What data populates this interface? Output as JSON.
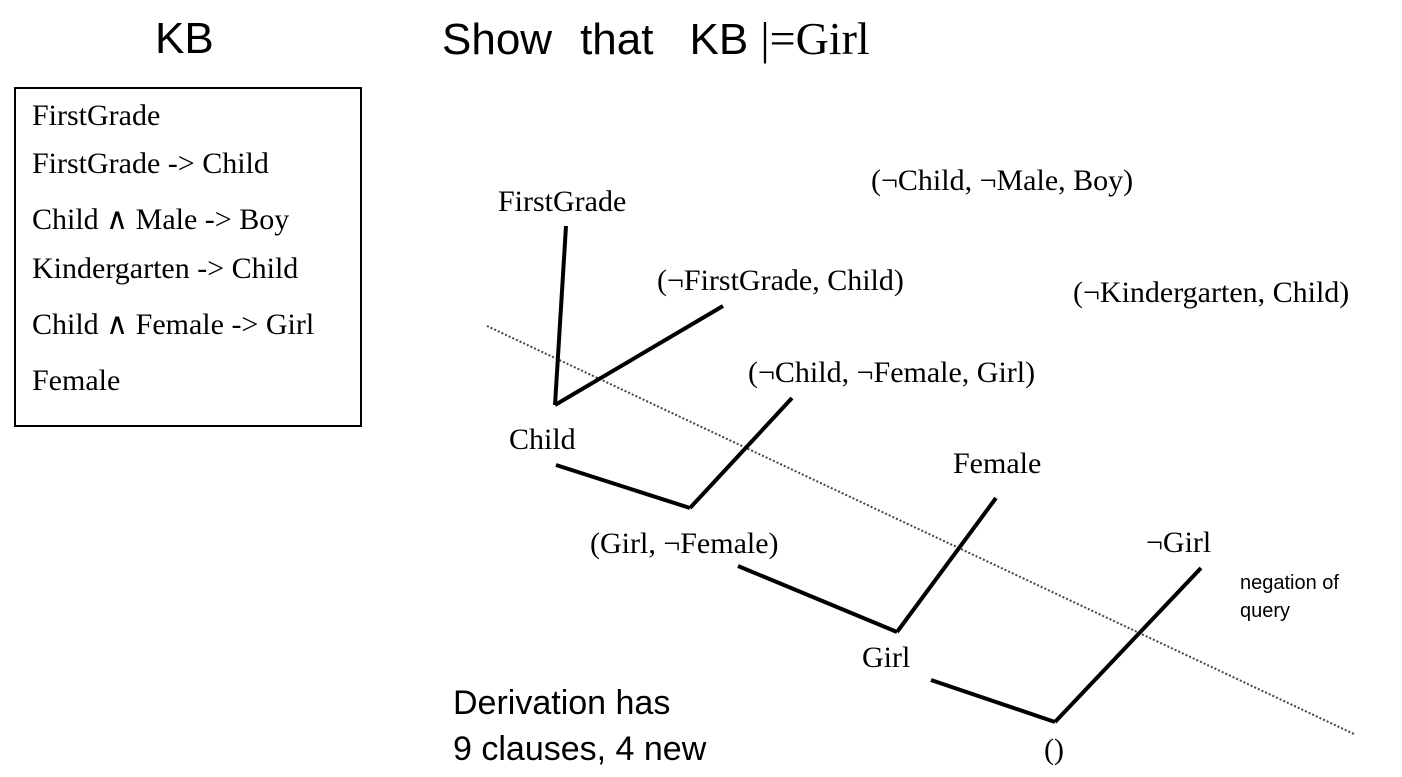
{
  "kb": {
    "title": "KB",
    "sentences": [
      "FirstGrade",
      "FirstGrade -> Child",
      "Child ∧ Male -> Boy",
      "Kindergarten -> Child",
      "Child ∧ Female -> Girl",
      "Female"
    ]
  },
  "heading": {
    "prefix": "Show",
    "middle": "that",
    "kb": "KB",
    "entails": "|=",
    "goal": "Girl"
  },
  "clauses": {
    "first_grade": "FirstGrade",
    "not_child_not_male_boy": "(¬Child, ¬Male, Boy)",
    "not_firstgrade_child": "(¬FirstGrade, Child)",
    "not_kindergarten_child": "(¬Kindergarten, Child)",
    "not_child_not_female_girl": "(¬Child, ¬Female, Girl)",
    "child": "Child",
    "female": "Female",
    "girl_not_female": "(Girl, ¬Female)",
    "not_girl": "¬Girl",
    "girl": "Girl",
    "empty": "()"
  },
  "annotations": {
    "negation_note": "negation of query",
    "summary_line1": "Derivation has",
    "summary_line2": "9 clauses, 4 new"
  },
  "colors": {
    "ink": "#000000",
    "background": "#ffffff"
  }
}
